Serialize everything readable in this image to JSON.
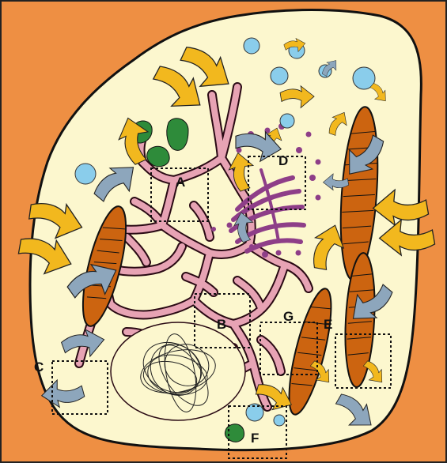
{
  "figure": {
    "labels": {
      "a": "A",
      "b": "B",
      "c": "C",
      "d": "D",
      "e": "E",
      "f": "F",
      "g": "G"
    }
  },
  "colors": {
    "background": "#EE8F43",
    "cytoplasm": "#FCF7CE",
    "endoplasmic_reticulum": "#E7A3B4",
    "golgi": "#8E3E88",
    "mitochondria": "#CC6410",
    "vesicles": "#8ACDEB",
    "chloroplast_like": "#2E8B3A",
    "arrow_yellow": "#F2B81E",
    "arrow_gray": "#8DA6BC"
  }
}
